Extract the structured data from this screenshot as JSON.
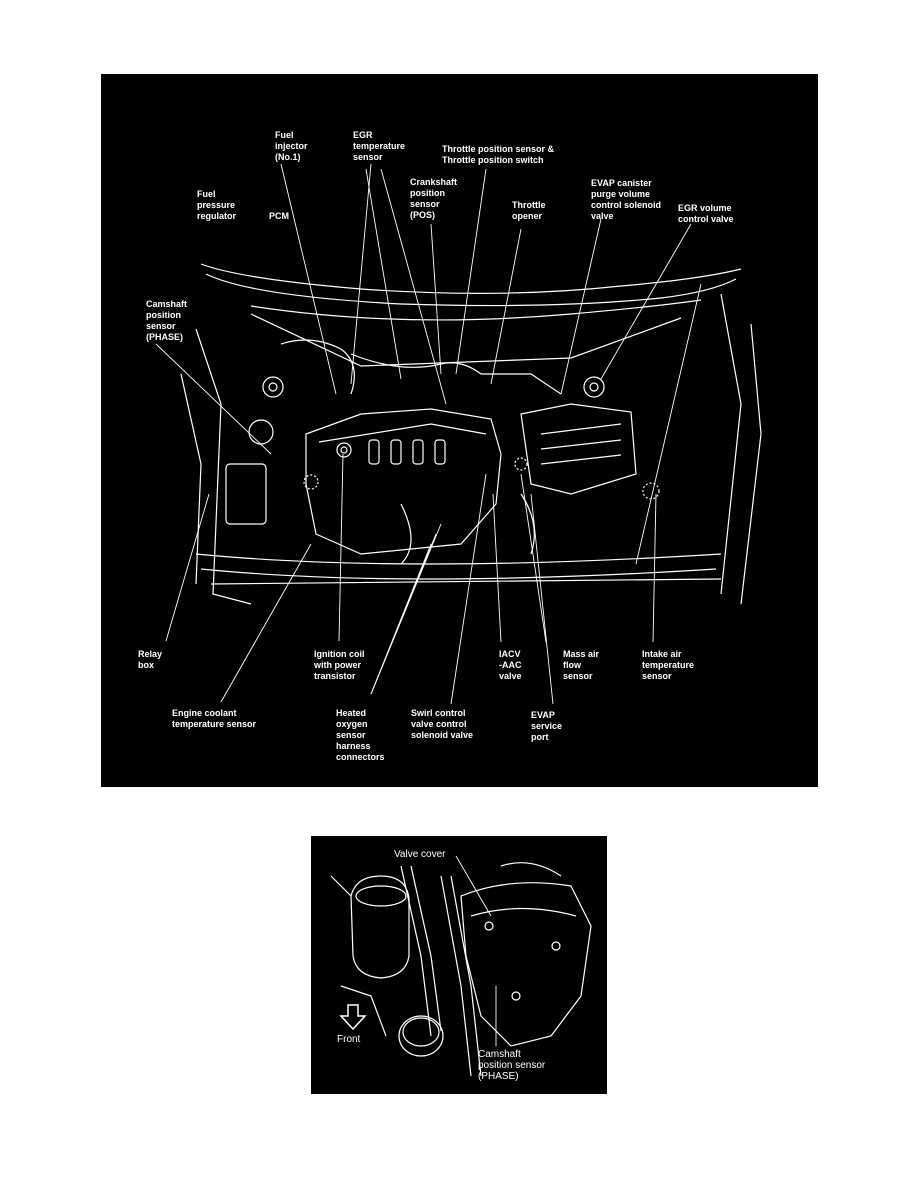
{
  "main": {
    "labels": {
      "fuel_injector": "Fuel\ninjector\n(No.1)",
      "egr_temp_sensor": "EGR\ntemperature\nsensor",
      "throttle_position": "Throttle position sensor &\nThrottle position switch",
      "crankshaft_sensor": "Crankshaft\nposition\nsensor\n(POS)",
      "fuel_pressure_regulator": "Fuel\npressure\nregulator",
      "pcm": "PCM",
      "throttle_opener": "Throttle\nopener",
      "evap_purge": "EVAP canister\npurge volume\ncontrol solenoid\nvalve",
      "egr_volume": "EGR volume\ncontrol valve",
      "camshaft_sensor": "Camshaft\nposition\nsensor\n(PHASE)",
      "relay_box": "Relay\nbox",
      "ignition_coil": "Ignition coil\nwith power\ntransistor",
      "iacv": "IACV\n-AAC\nvalve",
      "mass_air_flow": "Mass air\nflow\nsensor",
      "intake_air_temp": "Intake air\ntemperature\nsensor",
      "engine_coolant": "Engine coolant\ntemperature sensor",
      "heated_oxygen": "Heated\noxygen\nsensor\nharness\nconnectors",
      "swirl_control": "Swirl control\nvalve control\nsolenoid valve",
      "evap_service": "EVAP\nservice\nport"
    }
  },
  "detail": {
    "labels": {
      "valve_cover": "Valve cover",
      "front": "Front",
      "camshaft_sensor": "Camshaft\nposition sensor\n(PHASE)"
    }
  }
}
